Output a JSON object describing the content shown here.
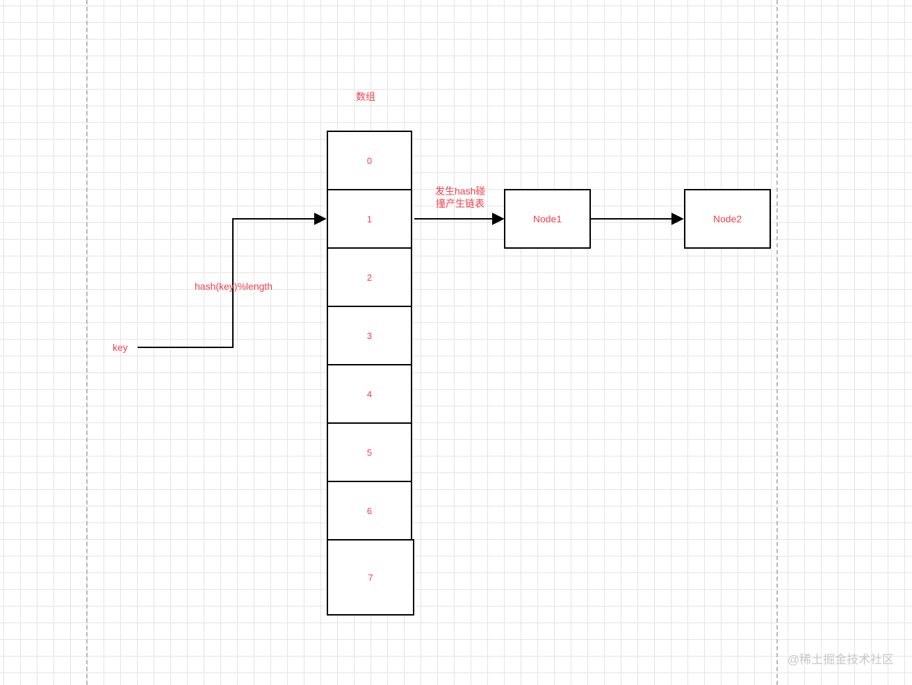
{
  "diagram": {
    "array_title": "数组",
    "array_cells": [
      "0",
      "1",
      "2",
      "3",
      "4",
      "5",
      "6",
      "7"
    ],
    "key_label": "key",
    "hash_label": "hash(key)%length",
    "collision_label_line1": "发生hash碰",
    "collision_label_line2": "撞产生链表",
    "nodes": [
      "Node1",
      "Node2"
    ]
  },
  "watermark": "@稀土掘金技术社区",
  "colors": {
    "text_accent": "#f0404a",
    "stroke": "#000000",
    "grid": "#e4e4e4"
  }
}
